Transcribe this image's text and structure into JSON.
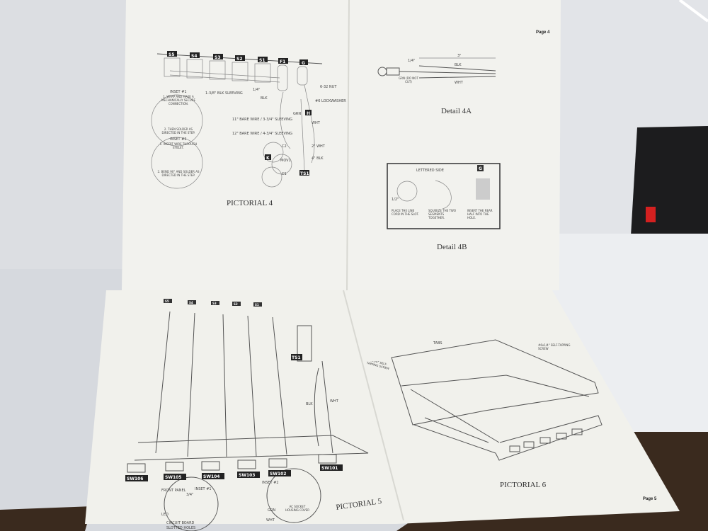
{
  "top_spread": {
    "left_page": {
      "caption": "PICTORIAL 4",
      "switch_tags": [
        "S5",
        "S4",
        "S3",
        "S2",
        "S1",
        "F1",
        "G"
      ],
      "part_tags": [
        "H",
        "K",
        "TS1"
      ],
      "labels": {
        "sleeving": "1-3/8\" BLK SLEEVING",
        "blk": "BLK",
        "grn": "GRN",
        "nut": "6-32 NUT",
        "lockwasher": "#6 LOCKWASHER",
        "bare1": "11\" BARE WIRE / 3-3/4\" SLEEVING",
        "bare2": "12\" BARE WIRE / 4-3/4\" SLEEVING",
        "wht2": "2\" WHT",
        "blk4": "4\" BLK",
        "wht": "WHT",
        "c2": "C2",
        "c1": "C1",
        "mov": "MOV1",
        "quarter": "1/4\""
      },
      "inset1": {
        "title": "INSET #1",
        "step1": "1. WRAP AND MAKE A MECHANICALLY SECURE CONNECTION.",
        "step2": "2. THEN SOLDER AS DIRECTED IN THE STEP."
      },
      "inset2": {
        "title": "INSET #2",
        "step1": "1. INSERT WIRE THROUGH EYELET.",
        "step2": "2. BEND 90° AND SOLDER AS DIRECTED IN THE STEP."
      }
    },
    "right_page": {
      "page_number": "Page 4",
      "detail_4a": {
        "caption": "Detail 4A",
        "dim_small": "1/4\"",
        "dim_large": "3\"",
        "blk": "BLK",
        "wht": "WHT",
        "grn": "GRN (DO NOT CUT)"
      },
      "detail_4b": {
        "caption": "Detail 4B",
        "tag": "G",
        "lettered_side": "LETTERED SIDE",
        "half_inch": "1/2\"",
        "steps": [
          "PLACE THE LINE CORD IN THE SLOT.",
          "SQUEEZE THE TWO SEGMENTS TOGETHER.",
          "INSERT THE REAR HALF INTO THE HOLE."
        ]
      }
    }
  },
  "bottom_spread": {
    "left_page": {
      "caption": "PICTORIAL 5",
      "top_tags": [
        "S5",
        "S4",
        "S3",
        "S2",
        "S1"
      ],
      "ts_tag": "TS1",
      "switch_tags": [
        "SW106",
        "SW105",
        "SW104",
        "SW103",
        "SW102",
        "SW101"
      ],
      "labels": {
        "blk": "BLK",
        "wht": "WHT"
      },
      "inset1": {
        "title": "INSET #1",
        "front_panel": "FRONT PANEL",
        "dim": "3/4\"",
        "led": "LED",
        "circuit_board": "CIRCUIT BOARD",
        "slotted_holes": "SLOTTED HOLES"
      },
      "inset2": {
        "title": "INSET #2",
        "grn": "GRN",
        "wht": "WHT",
        "cover": "AC SOCKET HOUSING COVER"
      }
    },
    "right_page": {
      "caption": "PICTORIAL 6",
      "page_number": "Page 5",
      "labels": {
        "tabs": "TABS",
        "screw_right": "#6x1/4\" SELF-TAPPING SCREW",
        "screw_left": "#6x1/4\" SELF-TAPPING SCREW"
      }
    }
  },
  "colors": {
    "paper": "#f2f2ee",
    "table_wood": "#3a2a1e",
    "power_supply": "#1c1c1e",
    "power_switch": "#d42020"
  }
}
